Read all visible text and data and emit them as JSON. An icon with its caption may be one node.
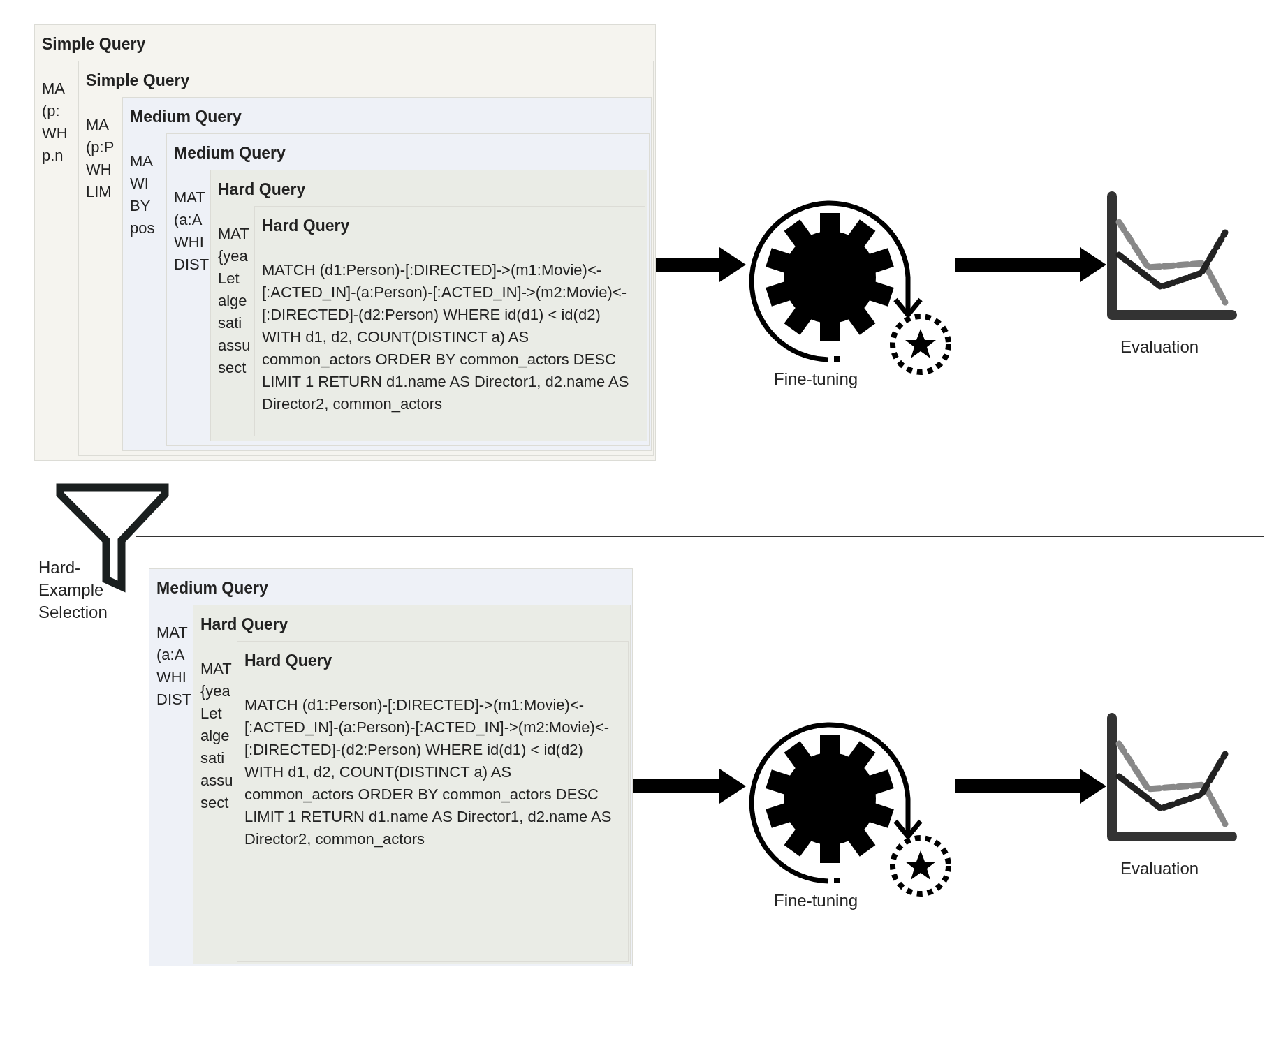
{
  "diagram": {
    "nodes": [
      {
        "text": [
          "Simple Query",
          "MA (p: WH p.n"
        ]
      },
      {
        "text": [
          "Simple Query",
          "MA (p:P WH LIM"
        ],
        "in": 0
      },
      {
        "text": [
          "Medium Query",
          "MA WI BY pos"
        ],
        "in": 1
      },
      {
        "text": [
          "Medium Query",
          "MAT (a:A WHI DIST"
        ],
        "in": 2
      },
      {
        "text": [
          "Hard Query",
          "MAT {yea Let alge sati assu sect"
        ],
        "in": 3
      },
      {
        "text": [
          "Hard Query",
          "MATCH (d1:Person)-[:DIRECTED]->(m1:Movie)<-[:ACTED_IN]-(a:Person)-[:ACTED_IN]->(m2:Movie)<-[:DIRECTED]-(d2:Person) WHERE id(d1) < id(d2) WITH d1, d2, COUNT(DISTINCT a) AS common_actors ORDER BY common_actors DESC LIMIT 1 RETURN d1.name AS Director1, d2.name AS Director2, common_actors"
        ],
        "in": 4
      },
      {
        "text": [
          "Fine-tuning"
        ]
      },
      {
        "text": [
          "Evaluation"
        ]
      },
      {
        "text": [
          "Hard-Example Selection"
        ]
      },
      {
        "text": [
          "Medium Query",
          "MAT (a:A WHI DIST"
        ]
      },
      {
        "text": [
          "Hard Query",
          "MAT {yea Let alge sati assu sect"
        ],
        "in": 9
      },
      {
        "text": [
          "Hard Query",
          "MATCH (d1:Person)-[:DIRECTED]->(m1:Movie)<-[:ACTED_IN]-(a:Person)-[:ACTED_IN]->(m2:Movie)<-[:DIRECTED]-(d2:Person) WHERE id(d1) < id(d2) WITH d1, d2, COUNT(DISTINCT a) AS common_actors ORDER BY common_actors DESC LIMIT 1 RETURN d1.name AS Director1, d2.name AS Director2, common_actors"
        ],
        "in": 10
      },
      {
        "text": [
          "Fine-tuning"
        ]
      },
      {
        "text": [
          "Evaluation"
        ]
      }
    ],
    "edges": [
      {
        "from": 5,
        "to": 6,
        "arrow": "to"
      },
      {
        "from": 6,
        "to": 7,
        "arrow": "to"
      },
      {
        "from": 11,
        "to": 12,
        "arrow": "to"
      },
      {
        "from": 12,
        "to": 13,
        "arrow": "to"
      }
    ]
  }
}
